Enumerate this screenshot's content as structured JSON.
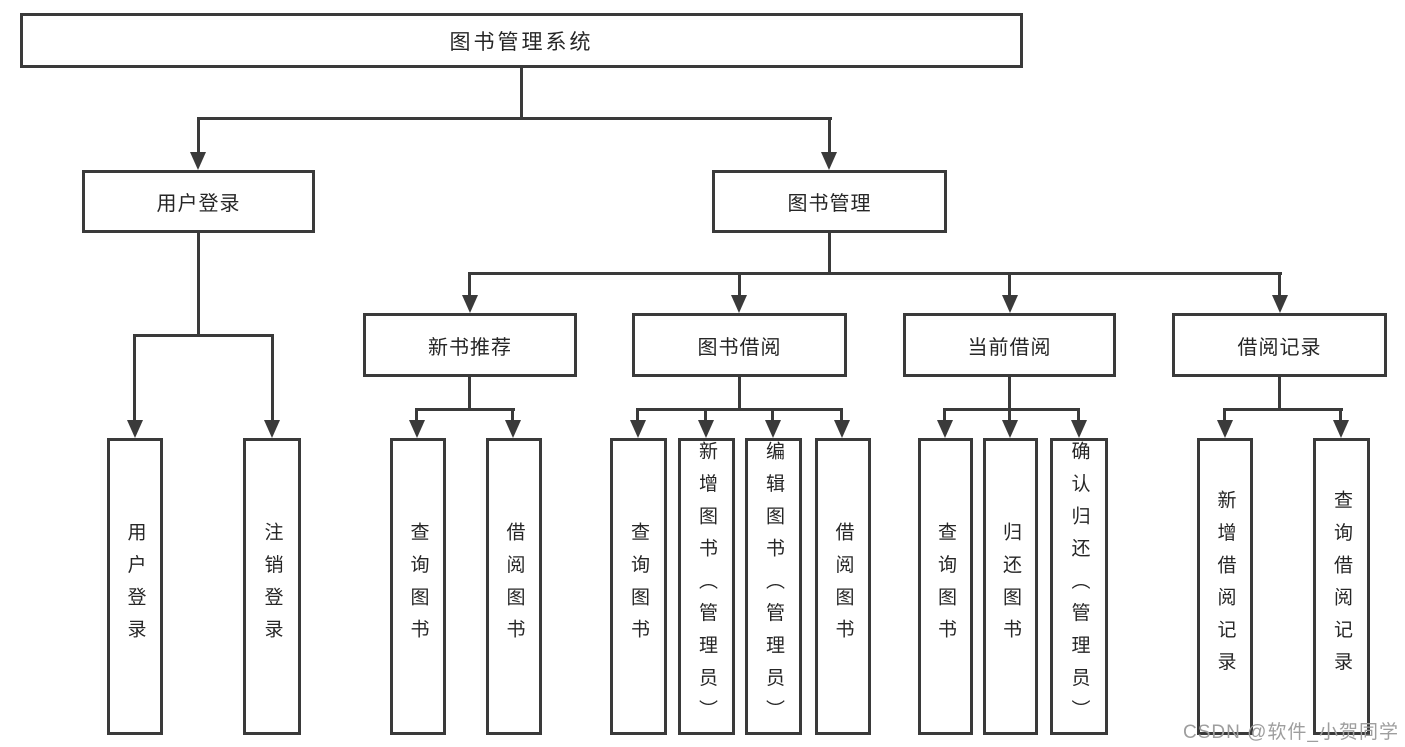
{
  "tree": {
    "root": "图书管理系统",
    "level2": [
      "用户登录",
      "图书管理"
    ],
    "level3": [
      "新书推荐",
      "图书借阅",
      "当前借阅",
      "借阅记录"
    ],
    "leaves_user_login": [
      "用户登录",
      "注销登录"
    ],
    "leaves_new_books": [
      "查询图书",
      "借阅图书"
    ],
    "leaves_book_borrow": [
      "查询图书",
      "新增图书（管理员）",
      "编辑图书（管理员）",
      "借阅图书"
    ],
    "leaves_current_borrow": [
      "查询图书",
      "归还图书",
      "确认归还（管理员）"
    ],
    "leaves_borrow_records": [
      "新增借阅记录",
      "查询借阅记录"
    ]
  },
  "watermark": "CSDN @软件_小贺同学",
  "colors": {
    "line": "#3a3a3a",
    "text": "#262626",
    "watermark": "#9e9e9e",
    "background": "#ffffff"
  }
}
